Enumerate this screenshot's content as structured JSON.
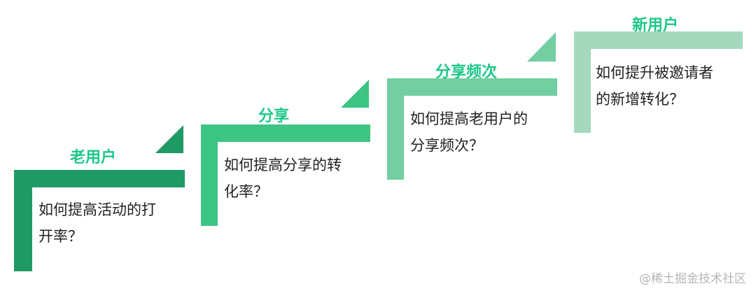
{
  "steps": [
    {
      "title": "老用户",
      "description": [
        "如何提高活动的打",
        "开率？"
      ],
      "color": "#1f9a64"
    },
    {
      "title": "分享",
      "description": [
        "如何提高分享的转",
        "化率？"
      ],
      "color": "#3dc583"
    },
    {
      "title": "分享频次",
      "description": [
        "如何提高老用户的",
        "分享频次？"
      ],
      "color": "#73cea2"
    },
    {
      "title": "新用户",
      "description": [
        "如何提升被邀请者",
        "的新增转化？"
      ],
      "color": "#a5d9bd"
    }
  ],
  "label_color": "#1cc788",
  "watermark": "@稀土掘金技术社区"
}
